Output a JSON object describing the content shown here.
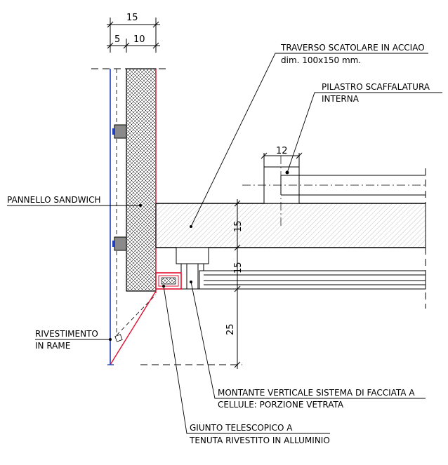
{
  "dimensions": {
    "top_total": "15",
    "top_left": "5",
    "top_right": "10",
    "pillar_width": "12",
    "beam_height": "15",
    "mullion_height": "15",
    "drop_height": "25"
  },
  "labels": {
    "traverso_line1": "TRAVERSO SCATOLARE IN ACCIAO",
    "traverso_line2": "dim. 100x150 mm.",
    "pilastro_line1": "PILASTRO SCAFFALATURA",
    "pilastro_line2": "INTERNA",
    "pannello": "PANNELLO SANDWICH",
    "rivestimento_line1": "RIVESTIMENTO",
    "rivestimento_line2": "IN RAME",
    "montante_line1": "MONTANTE VERTICALE SISTEMA DI FACCIATA A",
    "montante_line2": "CELLULE: PORZIONE VETRATA",
    "giunto_line1": "GIUNTO TELESCOPICO A",
    "giunto_line2": "TENUTA RIVESTITO IN ALLUMINIO"
  },
  "colors": {
    "copper_line": "#1f3fbf",
    "seal_red": "#e01030",
    "ink": "#000000",
    "bolt_fill": "#8a8a8a"
  }
}
